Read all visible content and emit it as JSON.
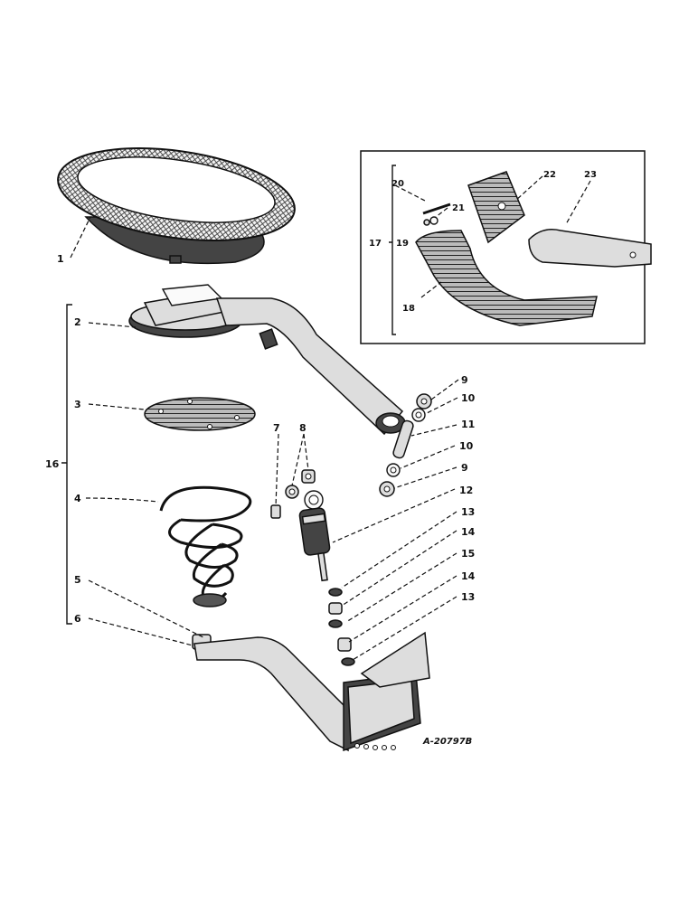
{
  "figure_code": "A-20797B",
  "callouts": {
    "c1": "1",
    "c2": "2",
    "c3": "3",
    "c4": "4",
    "c5": "5",
    "c6": "6",
    "c7": "7",
    "c8": "8",
    "c9a": "9",
    "c9b": "9",
    "c10a": "10",
    "c10b": "10",
    "c11": "11",
    "c12": "12",
    "c13a": "13",
    "c13b": "13",
    "c14a": "14",
    "c14b": "14",
    "c15": "15",
    "c16": "16",
    "c17": "17",
    "c18": "18",
    "c19": "19",
    "c20": "20",
    "c21": "21",
    "c22": "22",
    "c23": "23"
  }
}
